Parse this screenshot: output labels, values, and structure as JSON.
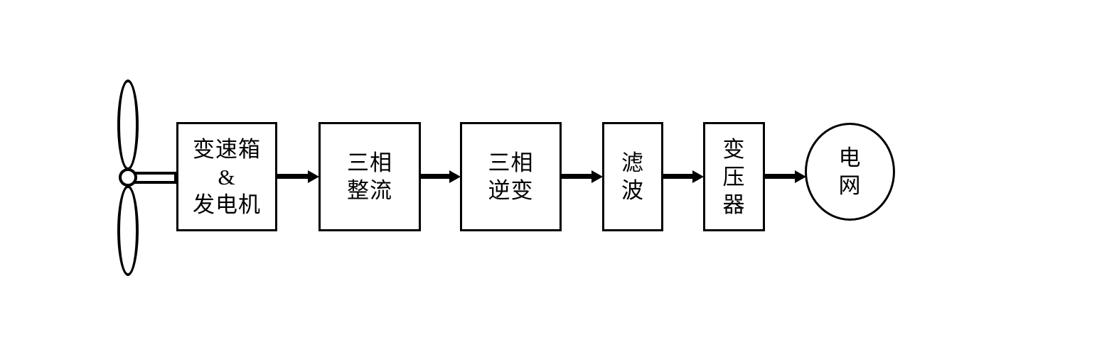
{
  "colors": {
    "line": "#000000",
    "background": "#ffffff"
  },
  "diagram": {
    "type": "flowchart",
    "turbine": {
      "icon": "wind-turbine-propeller-icon"
    },
    "nodes": [
      {
        "id": "gearbox-generator",
        "shape": "rect",
        "label": "变速箱\n&\n发电机"
      },
      {
        "id": "three-phase-rectifier",
        "shape": "rect",
        "label": "三相\n整流"
      },
      {
        "id": "three-phase-inverter",
        "shape": "rect",
        "label": "三相\n逆变"
      },
      {
        "id": "filter",
        "shape": "rect",
        "label": "滤\n波"
      },
      {
        "id": "transformer",
        "shape": "rect",
        "label": "变\n压\n器"
      },
      {
        "id": "power-grid",
        "shape": "circle",
        "label": "电\n网"
      }
    ],
    "connections": [
      {
        "from": "wind-turbine",
        "to": "gearbox-generator",
        "style": "double-line-shaft"
      },
      {
        "from": "gearbox-generator",
        "to": "three-phase-rectifier",
        "style": "arrow"
      },
      {
        "from": "three-phase-rectifier",
        "to": "three-phase-inverter",
        "style": "arrow"
      },
      {
        "from": "three-phase-inverter",
        "to": "filter",
        "style": "arrow"
      },
      {
        "from": "filter",
        "to": "transformer",
        "style": "arrow"
      },
      {
        "from": "transformer",
        "to": "power-grid",
        "style": "arrow"
      }
    ]
  }
}
